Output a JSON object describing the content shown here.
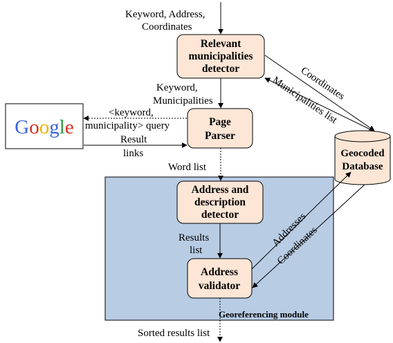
{
  "nodes": {
    "relevant_detector": [
      "Relevant",
      "municipalities",
      "detector"
    ],
    "page_parser": [
      "Page",
      "Parser"
    ],
    "address_detector": [
      "Address and",
      "description",
      "detector"
    ],
    "address_validator": [
      "Address",
      "validator"
    ],
    "database": [
      "Geocoded",
      "Database"
    ],
    "google_logo": "Google"
  },
  "module_label": "Georeferencing module",
  "edge_labels": {
    "input": [
      "Keyword, Address,",
      "Coordinates"
    ],
    "keyword_municipalities": [
      "Keyword,",
      "Municipalities"
    ],
    "query": [
      "<keyword,",
      "municipality> query"
    ],
    "result_links": [
      "Result",
      "links"
    ],
    "word_list": "Word list",
    "results_list": [
      "Results",
      "list"
    ],
    "sorted_results": "Sorted results list",
    "coordinates_top": "Coordinates",
    "municipalities_list": "Municipalities list",
    "addresses": "Addresses",
    "coordinates_bottom": "Coordinates"
  },
  "colors": {
    "box_fill": "#fde6d6",
    "module_fill": "#b8cce4",
    "google_blue": "#3b64d8",
    "google_red": "#d6301f",
    "google_yellow": "#f0b400",
    "google_green": "#2f9c3e"
  }
}
